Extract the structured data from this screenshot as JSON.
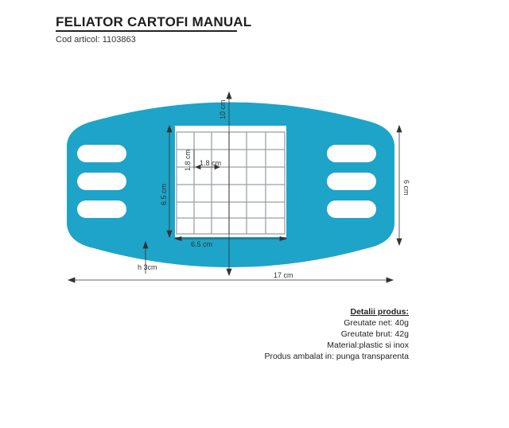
{
  "header": {
    "title": "FELIATOR CARTOFI MANUAL",
    "code": "Cod articol: 1103863"
  },
  "diagram": {
    "colors": {
      "body": "#1da4c8",
      "grid": "#9aa0a6",
      "dim": "#333333"
    },
    "dimensions": {
      "height_top": "10 cm",
      "side_height": "6 cm",
      "cell_vertical": "1.8 cm",
      "cell_horizontal": "1.8 cm",
      "grid_vertical": "6.5 cm",
      "grid_horizontal": "6.5 cm",
      "thickness": "h 3cm",
      "total_width": "17 cm"
    }
  },
  "details": {
    "heading": "Detalii produs:",
    "net": "Greutate net: 40g",
    "gross": "Greutate brut: 42g",
    "material": "Material:plastic si inox",
    "package": "Produs ambalat in: punga transparenta"
  }
}
